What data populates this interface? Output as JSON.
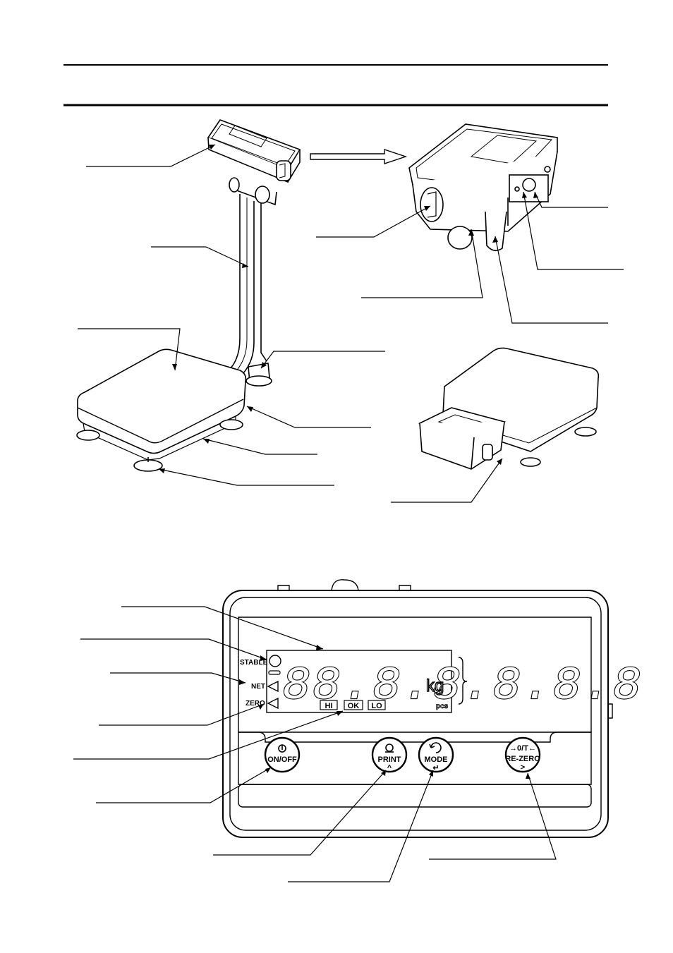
{
  "indicator": {
    "stable_label": "STABLE",
    "net_label": "NET",
    "zero_label": "ZERO",
    "unit_kg": "kg",
    "unit_pcs": "pcs",
    "display_digits": "88.8.8.8.8.8",
    "hi_label": "HI",
    "ok_label": "OK",
    "lo_label": "LO"
  },
  "buttons": {
    "on_off": "ON/OFF",
    "print": "PRINT",
    "print_sub": "^",
    "mode": "MODE",
    "mode_sub": "↵",
    "zero_tare_top": "→0/T←",
    "re_zero": "RE-ZERO",
    "re_zero_sub": ">"
  }
}
